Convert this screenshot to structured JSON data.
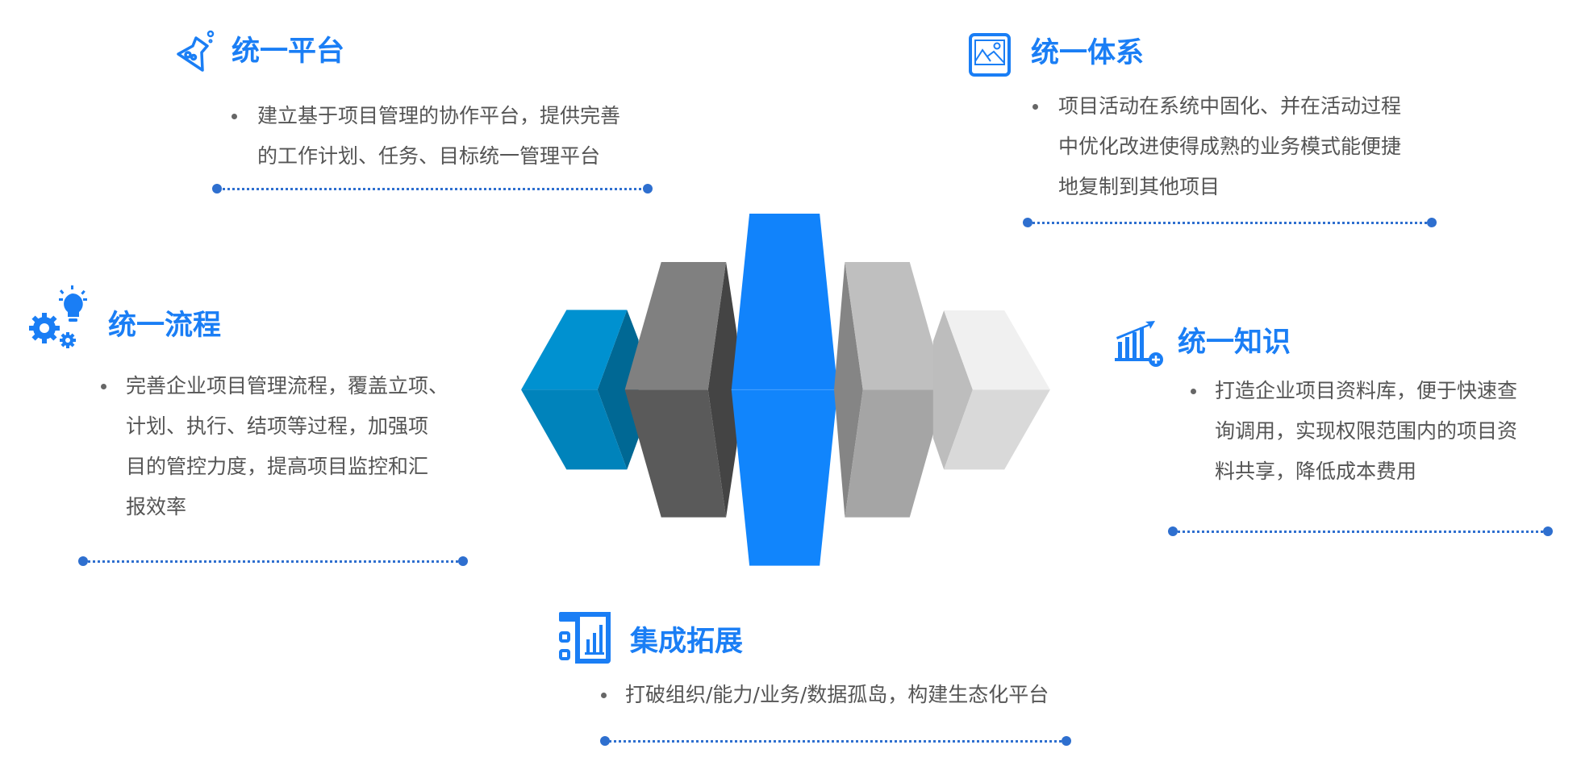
{
  "sections": {
    "platform": {
      "title": "统一平台",
      "lines": [
        "建立基于项目管理的协作平台，提供完善",
        "的工作计划、任务、目标统一管理平台"
      ],
      "icon": "flask-icon"
    },
    "system": {
      "title": "统一体系",
      "lines": [
        "项目活动在系统中固化、并在活动过程",
        "中优化改进使得成熟的业务模式能便捷",
        "地复制到其他项目"
      ],
      "icon": "image-icon"
    },
    "process": {
      "title": "统一流程",
      "lines": [
        "完善企业项目管理流程，覆盖立项、",
        "计划、执行、结项等过程，加强项",
        "目的管控力度，提高项目监控和汇",
        "报效率"
      ],
      "icon": "gears-bulb-icon"
    },
    "knowledge": {
      "title": "统一知识",
      "lines": [
        "打造企业项目资料库，便于快速查",
        "询调用，实现权限范围内的项目资",
        "料共享，降低成本费用"
      ],
      "icon": "bar-chart-plus-icon"
    },
    "integration": {
      "title": "集成拓展",
      "lines": [
        "打破组织/能力/业务/数据孤岛，构建生态化平台"
      ],
      "icon": "dashboard-chart-icon"
    }
  },
  "colors": {
    "accent": "#1a7ef5",
    "divider": "#2e6fcf",
    "text": "#555555"
  }
}
